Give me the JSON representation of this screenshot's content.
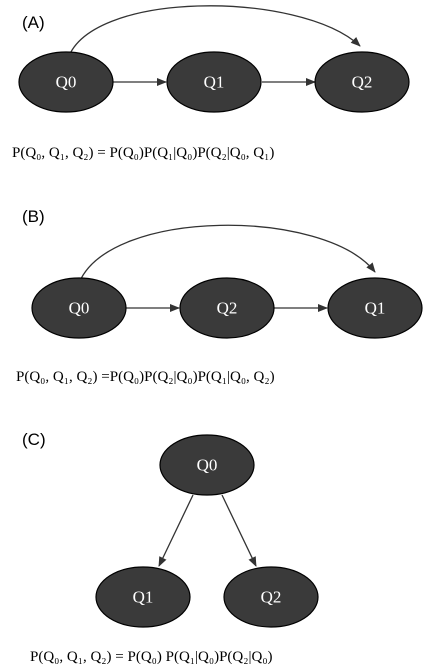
{
  "panels": [
    {
      "label": "(A)",
      "nodes": [
        "Q0",
        "Q1",
        "Q2"
      ],
      "formula": "P(Q₀, Q₁, Q₂) = P(Q₀)P(Q₁|Q₀)P(Q₂|Q₀, Q₁)"
    },
    {
      "label": "(B)",
      "nodes": [
        "Q0",
        "Q2",
        "Q1"
      ],
      "formula": "P(Q₀, Q₁, Q₂) =P(Q₀)P(Q₂|Q₀)P(Q₁|Q₀, Q₂)"
    },
    {
      "label": "(C)",
      "nodes": [
        "Q0",
        "Q1",
        "Q2"
      ],
      "formula": "P(Q₀, Q₁, Q₂) = P(Q₀) P(Q₁|Q₀)P(Q₂|Q₀)"
    }
  ]
}
